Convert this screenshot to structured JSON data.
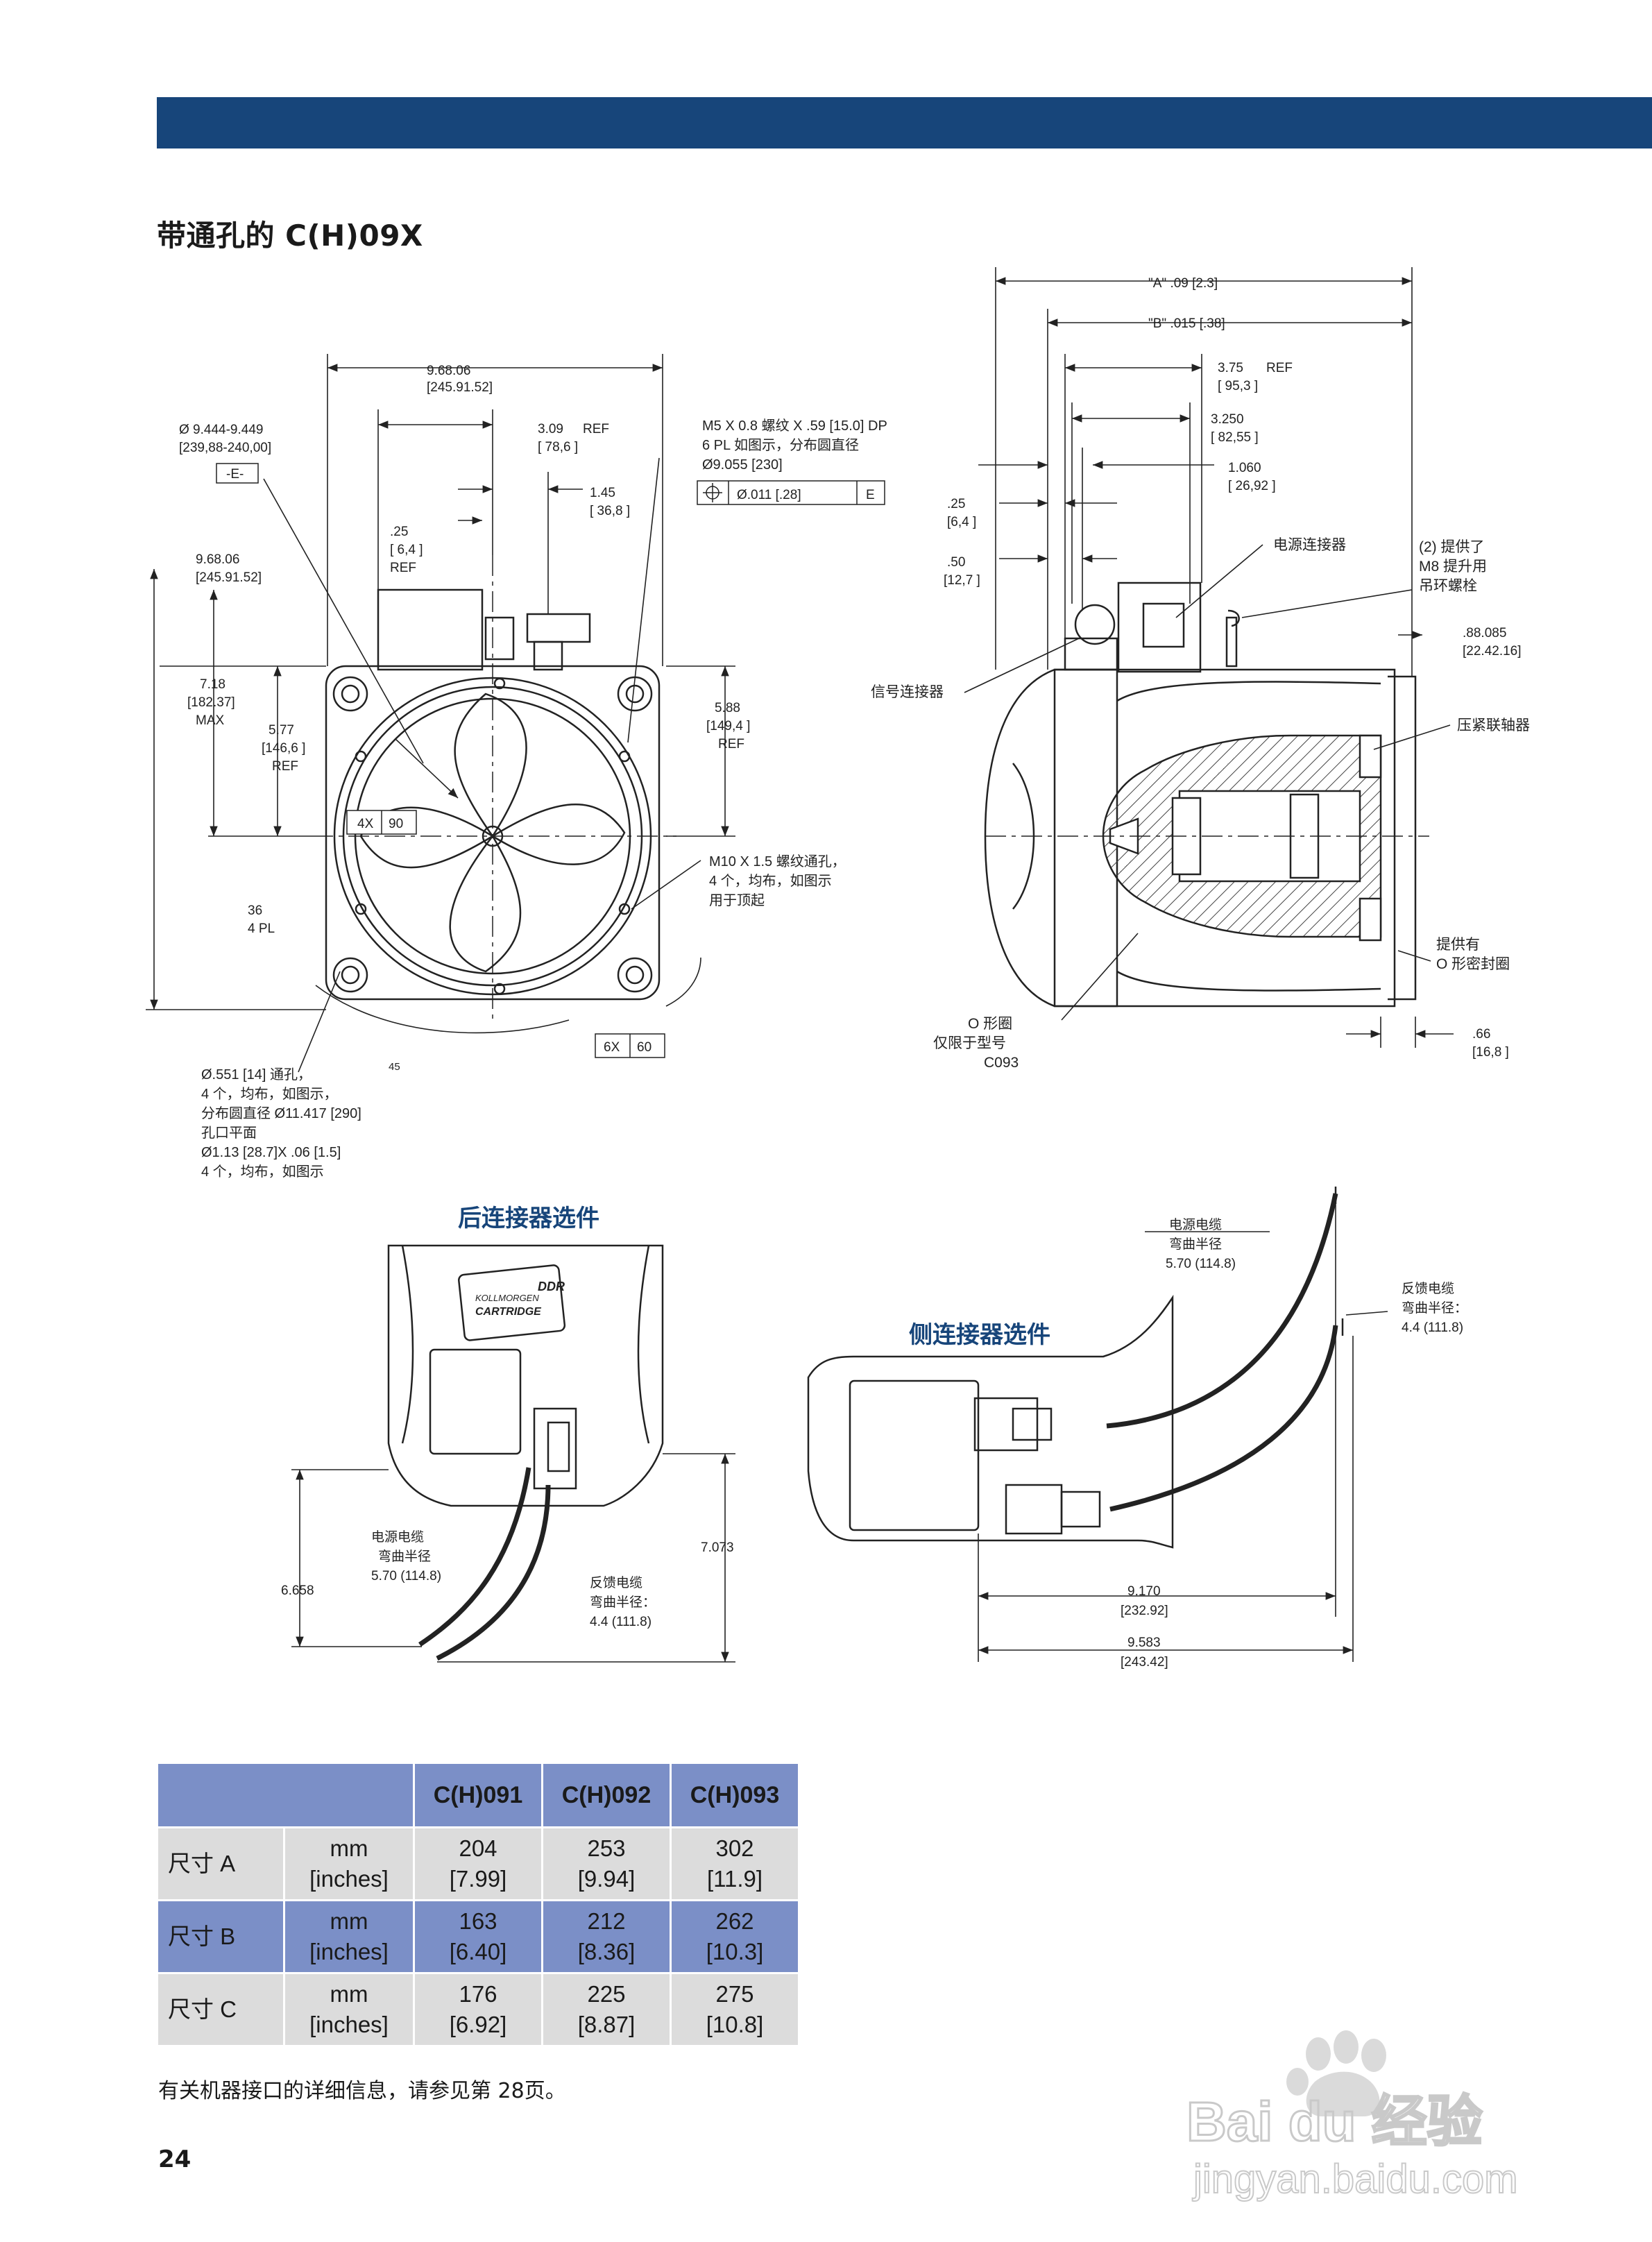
{
  "page_title": "带通孔的 C(H)09X",
  "page_number": "24",
  "footnote": "有关机器接口的详细信息，请参见第 28页。",
  "front_view": {
    "dim_top_overall": "9.68.06",
    "dim_top_overall_mm": "[245.91.52]",
    "dim_diameter": "Ø 9.444-9.449",
    "dim_diameter_mm": "[239,88-240,00]",
    "datum_e": "-E-",
    "dim_309": "3.09",
    "dim_309_ref": "REF",
    "dim_309_mm": "[ 78,6 ]",
    "dim_145": "1.45",
    "dim_145_mm": "[ 36,8 ]",
    "dim_025": ".25",
    "dim_025_mm": "[ 6,4 ]",
    "dim_025_ref": "REF",
    "callout_m5_1": "M5 X 0.8 螺纹 X .59 [15.0] DP",
    "callout_m5_2": "6 PL 如图示，分布圆直径",
    "callout_m5_3": "Ø9.055 [230]",
    "tol_value": "Ø.011 [.28]",
    "tol_datum": "E",
    "dim_left_overall": "9.68.06",
    "dim_left_overall_mm": "[245.91.52]",
    "dim_718": "7.18",
    "dim_718_mm": "[182.37]",
    "dim_718_max": "MAX",
    "dim_577": "5.77",
    "dim_577_mm": "[146,6 ]",
    "dim_577_ref": "REF",
    "dim_588": "5.88",
    "dim_588_mm": "[149,4 ]",
    "dim_588_ref": "REF",
    "angle_4x": "4X",
    "angle_4x_val": "90",
    "dim_36": "36",
    "dim_36_pl": "4 PL",
    "callout_m10_1": "M10 X 1.5 螺纹通孔，",
    "callout_m10_2": "4 个，均布，如图示",
    "callout_m10_3": "用于顶起",
    "angle_6x": "6X",
    "angle_6x_val": "60",
    "angle_45": "45",
    "callout_hole_1": "Ø.551 [14] 通孔，",
    "callout_hole_2": "4 个，均布，如图示，",
    "callout_hole_3": "分布圆直径 Ø11.417 [290]",
    "callout_hole_4": "孔口平面",
    "callout_hole_5": "Ø1.13 [28.7]X .06 [1.5]",
    "callout_hole_6": "4 个，均布，如图示"
  },
  "side_view": {
    "dim_a": "\"A\" .09 [2.3]",
    "dim_b": "\"B\" .015 [.38]",
    "dim_375": "3.75",
    "dim_375_ref": "REF",
    "dim_375_mm": "[ 95,3 ]",
    "dim_3250": "3.250",
    "dim_3250_mm": "[ 82,55 ]",
    "dim_1060": "1.060",
    "dim_1060_mm": "[ 26,92 ]",
    "dim_025": ".25",
    "dim_025_mm": "[6,4 ]",
    "dim_050": ".50",
    "dim_050_mm": "[12,7 ]",
    "label_power": "电源连接器",
    "label_m8_1": "(2) 提供了",
    "label_m8_2": "M8 提升用",
    "label_m8_3": "吊环螺栓",
    "dim_88": ".88.085",
    "dim_88_mm": "[22.42.16]",
    "label_signal": "信号连接器",
    "label_coupling": "压紧联轴器",
    "label_oring_1": "提供有",
    "label_oring_2": "O 形密封圈",
    "label_oring_model_1": "O 形圈",
    "label_oring_model_2": "仅限于型号",
    "label_oring_model_3": "C093",
    "dim_066": ".66",
    "dim_066_mm": "[16,8 ]"
  },
  "rear_option": {
    "title": "后连接器选件",
    "label_power_1": "电源电缆",
    "label_power_2": "弯曲半径",
    "label_power_3": "5.70 (114.8)",
    "label_fb_1": "反馈电缆",
    "label_fb_2": "弯曲半径：",
    "label_fb_3": "4.4 (111.8)",
    "dim_6658": "6.658",
    "dim_7073": "7.073",
    "brand_1": "KOLLMORGEN",
    "brand_2": "CARTRIDGE",
    "brand_3": "DDR"
  },
  "side_option": {
    "title": "侧连接器选件",
    "label_power_1": "电源电缆",
    "label_power_2": "弯曲半径",
    "label_power_3": "5.70 (114.8)",
    "label_fb_1": "反馈电缆",
    "label_fb_2": "弯曲半径：",
    "label_fb_3": "4.4 (111.8)",
    "dim_9170": "9.170",
    "dim_9170_mm": "[232.92]",
    "dim_9583": "9.583",
    "dim_9583_mm": "[243.42]"
  },
  "table": {
    "headers": [
      "C(H)091",
      "C(H)092",
      "C(H)093"
    ],
    "rows": [
      {
        "name": "尺寸 A",
        "unit_mm": "mm",
        "unit_in": "[inches]",
        "v1": "204",
        "v1_in": "[7.99]",
        "v2": "253",
        "v2_in": "[9.94]",
        "v3": "302",
        "v3_in": "[11.9]"
      },
      {
        "name": "尺寸 B",
        "unit_mm": "mm",
        "unit_in": "[inches]",
        "v1": "163",
        "v1_in": "[6.40]",
        "v2": "212",
        "v2_in": "[8.36]",
        "v3": "262",
        "v3_in": "[10.3]"
      },
      {
        "name": "尺寸 C",
        "unit_mm": "mm",
        "unit_in": "[inches]",
        "v1": "176",
        "v1_in": "[6.92]",
        "v2": "225",
        "v2_in": "[8.87]",
        "v3": "275",
        "v3_in": "[10.8]"
      }
    ]
  },
  "watermark": {
    "brand": "Bai du 经验",
    "url": "jingyan.baidu.com"
  },
  "colors": {
    "header_bar": "#17457a",
    "table_header": "#7b8fc7",
    "table_row_light": "#dcdcdc"
  }
}
